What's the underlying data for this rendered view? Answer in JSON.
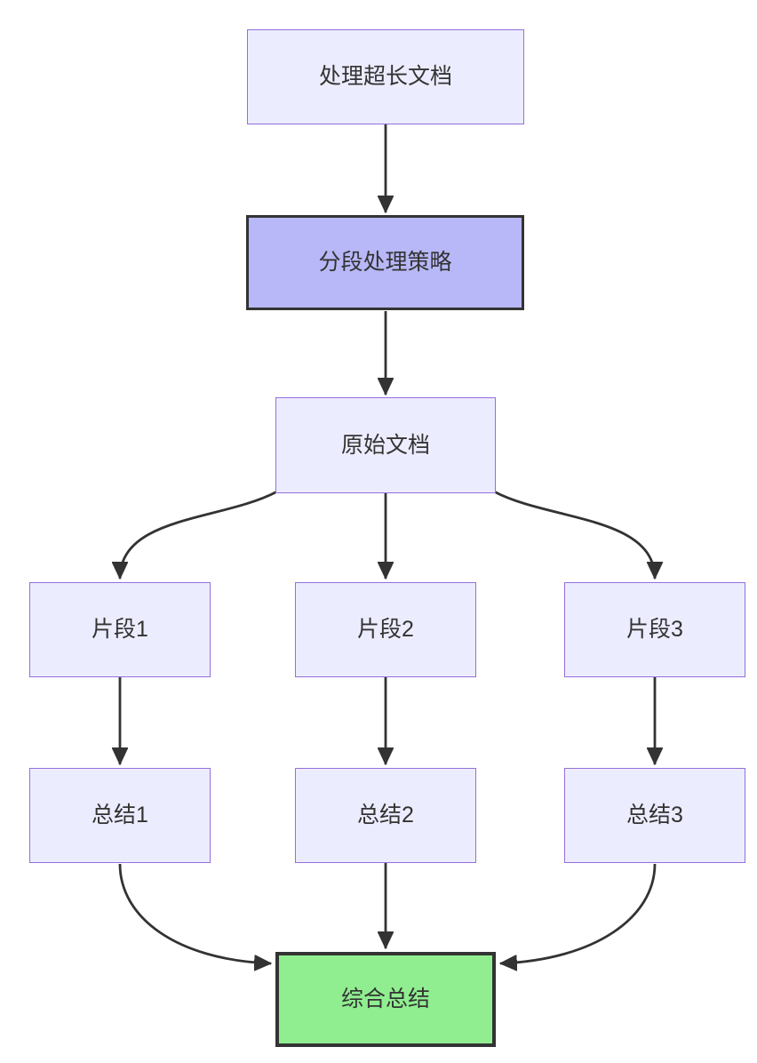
{
  "diagram": {
    "type": "flowchart",
    "direction": "top-down",
    "nodes": [
      {
        "id": "A",
        "label": "处理超长文档",
        "style": "default"
      },
      {
        "id": "B",
        "label": "分段处理策略",
        "style": "emphasis"
      },
      {
        "id": "C",
        "label": "原始文档",
        "style": "default"
      },
      {
        "id": "D",
        "label": "片段1",
        "style": "default"
      },
      {
        "id": "E",
        "label": "片段2",
        "style": "default"
      },
      {
        "id": "F",
        "label": "片段3",
        "style": "default"
      },
      {
        "id": "G",
        "label": "总结1",
        "style": "default"
      },
      {
        "id": "H",
        "label": "总结2",
        "style": "default"
      },
      {
        "id": "I",
        "label": "总结3",
        "style": "default"
      },
      {
        "id": "J",
        "label": "综合总结",
        "style": "success"
      }
    ],
    "edges": [
      {
        "from": "A",
        "to": "B"
      },
      {
        "from": "B",
        "to": "C"
      },
      {
        "from": "C",
        "to": "D"
      },
      {
        "from": "C",
        "to": "E"
      },
      {
        "from": "C",
        "to": "F"
      },
      {
        "from": "D",
        "to": "G"
      },
      {
        "from": "E",
        "to": "H"
      },
      {
        "from": "F",
        "to": "I"
      },
      {
        "from": "G",
        "to": "J"
      },
      {
        "from": "H",
        "to": "J"
      },
      {
        "from": "I",
        "to": "J"
      }
    ],
    "colors": {
      "background": "#FFFFFF",
      "node_fill": "#ECECFF",
      "node_border": "#9370DB",
      "emphasis_fill": "#B8B8F8",
      "emphasis_border": "#333333",
      "success_fill": "#90EE90",
      "success_border": "#333333",
      "edge_color": "#333333",
      "text_color": "#333333"
    }
  }
}
